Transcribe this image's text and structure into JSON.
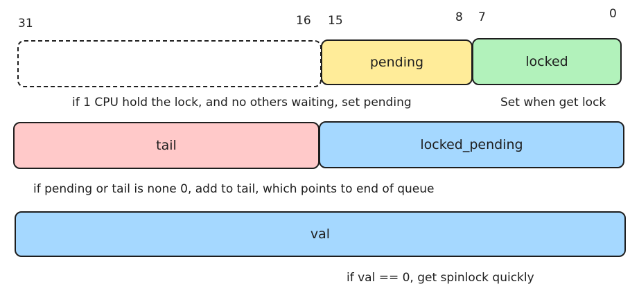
{
  "bit_labels": {
    "b31": "31",
    "b16": "16",
    "b15": "15",
    "b8": "8",
    "b7": "7",
    "b0": "0"
  },
  "fields": {
    "pending": "pending",
    "locked": "locked",
    "tail": "tail",
    "locked_pending": "locked_pending",
    "val": "val"
  },
  "notes": {
    "pending_note": "if 1 CPU hold the lock, and no others waiting, set pending",
    "locked_note": "Set when get lock",
    "tail_note": "if pending or tail is none 0, add to tail, which points to end of queue",
    "val_note": "if val == 0, get spinlock quickly"
  },
  "colors": {
    "pending": "#ffec99",
    "locked": "#b2f2bb",
    "tail": "#ffc9c9",
    "locked_pending": "#a5d8ff",
    "val": "#a5d8ff",
    "stroke": "#1e1e1e"
  }
}
